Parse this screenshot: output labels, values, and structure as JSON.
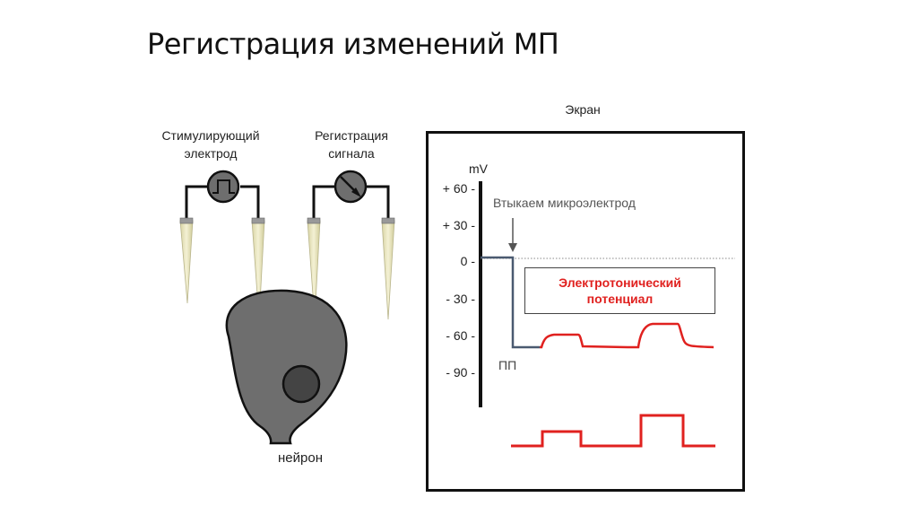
{
  "slide": {
    "title": "Регистрация изменений МП"
  },
  "apparatus": {
    "stimulating_electrode_label": "Стимулирующий\nэлектрод",
    "recording_label": "Регистрация\nсигнала",
    "neuron_label": "нейрон",
    "stimulator_icon": "square-pulse-icon",
    "meter_icon": "galvanometer-icon"
  },
  "screen": {
    "title": "Экран",
    "unit_label": "mV",
    "ticks": [
      "+ 60 -",
      "+ 30 -",
      "0 -",
      "- 30 -",
      "- 60 -",
      "- 90 -"
    ],
    "insertion_note": "Втыкаем микроэлектрод",
    "resting_potential_label": "ПП",
    "callout_text": "Электротонический\nпотенциал"
  },
  "colors": {
    "trace_red": "#e0211f",
    "trace_blue_gray": "#4a5a70",
    "neuron_fill": "#6e6e6e",
    "nucleus_fill": "#444444",
    "electrode_tip": "#ece8c0"
  }
}
